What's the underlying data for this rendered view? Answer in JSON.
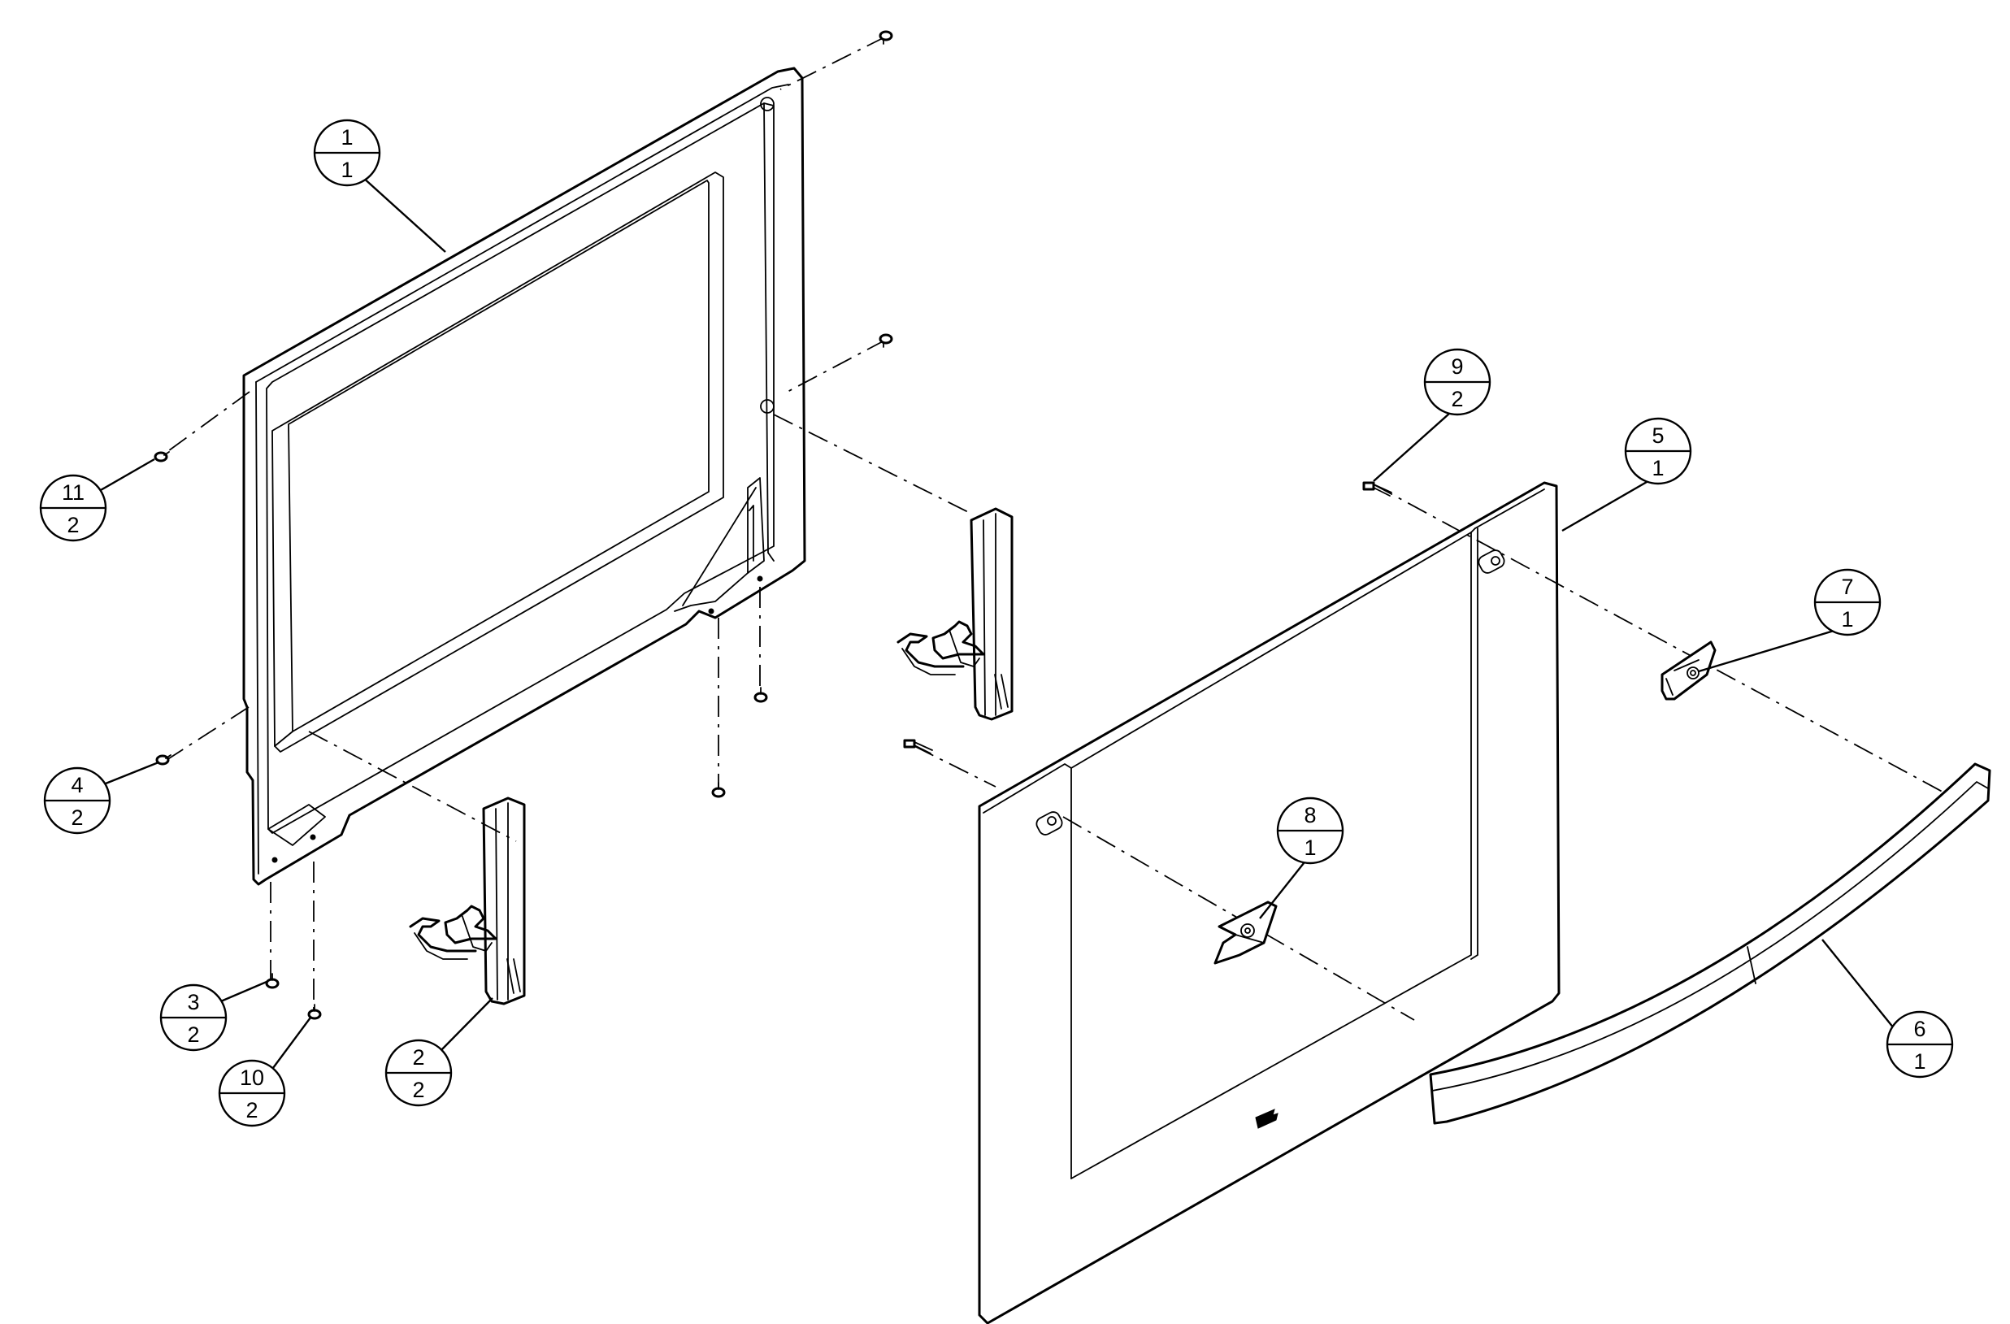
{
  "balloons": [
    {
      "item": "1",
      "qty": "1"
    },
    {
      "item": "11",
      "qty": "2"
    },
    {
      "item": "4",
      "qty": "2"
    },
    {
      "item": "3",
      "qty": "2"
    },
    {
      "item": "10",
      "qty": "2"
    },
    {
      "item": "2",
      "qty": "2"
    },
    {
      "item": "9",
      "qty": "2"
    },
    {
      "item": "5",
      "qty": "1"
    },
    {
      "item": "7",
      "qty": "1"
    },
    {
      "item": "8",
      "qty": "1"
    },
    {
      "item": "6",
      "qty": "1"
    }
  ]
}
